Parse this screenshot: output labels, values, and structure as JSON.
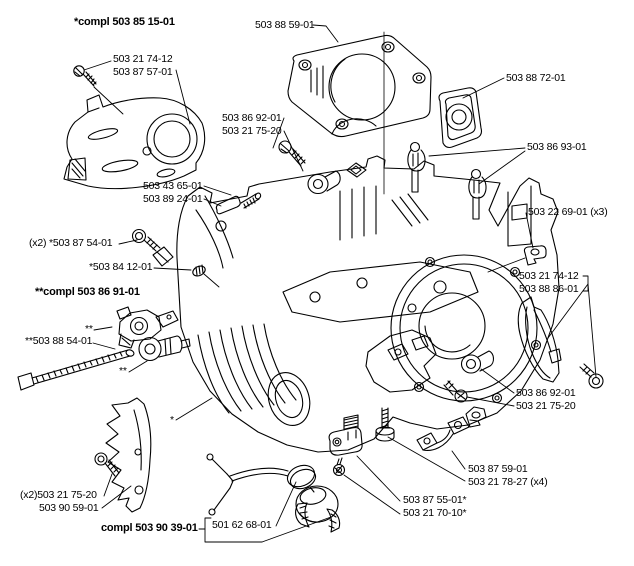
{
  "colors": {
    "ink": "#000000",
    "background": "#ffffff"
  },
  "labels": [
    {
      "id": "compl-503-85-15-01",
      "text": "*compl 503 85 15-01"
    },
    {
      "id": "503-21-74-12-left",
      "text": "503 21 74-12"
    },
    {
      "id": "503-87-57-01",
      "text": "503 87 57-01"
    },
    {
      "id": "503-88-59-01",
      "text": "503 88 59-01"
    },
    {
      "id": "503-88-72-01",
      "text": "503 88 72-01"
    },
    {
      "id": "503-86-92-01-left",
      "text": "503 86 92-01"
    },
    {
      "id": "503-21-75-20-left",
      "text": "503 21 75-20"
    },
    {
      "id": "503-86-93-01",
      "text": "503 86 93-01"
    },
    {
      "id": "503-43-65-01",
      "text": "503 43 65-01"
    },
    {
      "id": "503-89-24-01",
      "text": "503 89 24-01"
    },
    {
      "id": "503-22-69-01-x3",
      "text": "503 22 69-01 (x3)"
    },
    {
      "id": "x2-503-87-54-01",
      "text": "(x2) *503 87 54-01"
    },
    {
      "id": "503-84-12-01",
      "text": "*503 84 12-01"
    },
    {
      "id": "compl-503-86-91-01",
      "text": "**compl 503 86 91-01"
    },
    {
      "id": "503-21-74-12-right",
      "text": "503 21 74-12"
    },
    {
      "id": "503-88-86-01",
      "text": "503 88 86-01"
    },
    {
      "id": "marker-double-asterisk-1",
      "text": "**"
    },
    {
      "id": "503-88-54-01",
      "text": "**503 88 54-01"
    },
    {
      "id": "marker-double-asterisk-2",
      "text": "**"
    },
    {
      "id": "marker-asterisk",
      "text": "*"
    },
    {
      "id": "503-86-92-01-right",
      "text": "503 86 92-01"
    },
    {
      "id": "503-21-75-20-right",
      "text": "503 21 75-20"
    },
    {
      "id": "503-87-59-01",
      "text": "503 87 59-01"
    },
    {
      "id": "503-21-78-27-x4",
      "text": "503 21 78-27 (x4)"
    },
    {
      "id": "503-87-55-01",
      "text": "503 87 55-01*"
    },
    {
      "id": "503-21-70-10",
      "text": "503 21 70-10*"
    },
    {
      "id": "x2-503-21-75-20",
      "text": "(x2)503 21 75-20"
    },
    {
      "id": "503-90-59-01",
      "text": "503 90 59-01"
    },
    {
      "id": "compl-503-90-39-01",
      "text": "compl 503 90 39-01"
    },
    {
      "id": "501-62-68-01",
      "text": "501 62 68-01"
    }
  ]
}
